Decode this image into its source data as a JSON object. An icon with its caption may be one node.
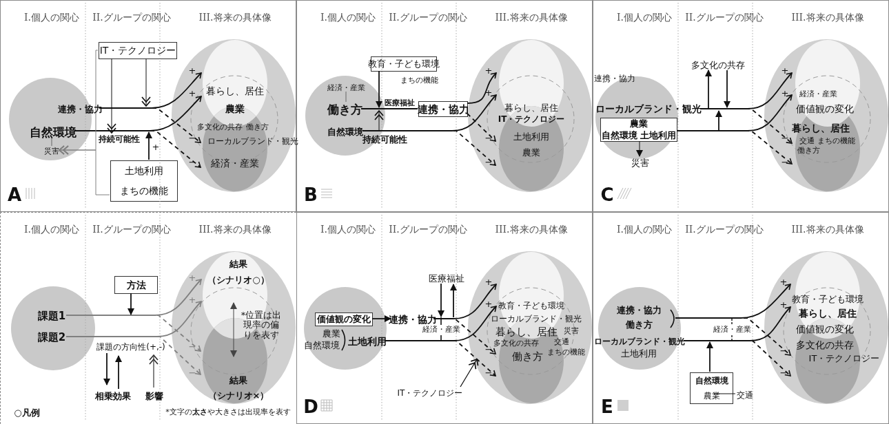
{
  "diagram": {
    "nodes": [
      {
        "text": [
          "I.個人の関心",
          "II.グループの関心",
          "III.将来の具体像",
          "A"
        ]
      },
      {
        "text": [],
        "shape": "circle",
        "in": 0
      },
      {
        "text": [
          "連携・協力"
        ],
        "in": 0
      },
      {
        "text": [
          "自然環境"
        ],
        "in": 1
      },
      {
        "text": [
          "災害"
        ],
        "in": 1
      },
      {
        "text": [
          "IT・テクノロジー"
        ],
        "in": 0
      },
      {
        "text": [
          "土地利用",
          "まちの機能"
        ],
        "in": 0
      },
      {
        "text": [
          "暮らし、居住",
          "農業",
          "多文化の共存",
          "働き方",
          "ローカルブランド・観光",
          "経済・産業"
        ],
        "in": 0
      },
      {
        "text": [
          "I.個人の関心",
          "II.グループの関心",
          "III.将来の具体像",
          "B"
        ]
      },
      {
        "text": [],
        "shape": "circle",
        "in": 8
      },
      {
        "text": [
          "経済・産業"
        ],
        "in": 9
      },
      {
        "text": [
          "働き方"
        ],
        "in": 9
      },
      {
        "text": [
          "自然環境"
        ],
        "in": 9
      },
      {
        "text": [
          "教育・子ども環境"
        ],
        "in": 8
      },
      {
        "text": [
          "連携・協力"
        ],
        "in": 8
      },
      {
        "text": [
          "暮らし、居住",
          "IT・テクノロジー",
          "土地利用",
          "農業"
        ],
        "in": 8
      },
      {
        "text": [
          "I.個人の関心",
          "II.グループの関心",
          "III.将来の具体像",
          "C"
        ]
      },
      {
        "text": [],
        "shape": "circle",
        "in": 16
      },
      {
        "text": [
          "ローカルブランド・観光"
        ],
        "in": 16
      },
      {
        "text": [
          "農業",
          "自然環境 土地利用"
        ],
        "in": 17
      },
      {
        "text": [
          "災害"
        ],
        "in": 16
      },
      {
        "text": [
          "多文化の共存"
        ],
        "in": 16
      },
      {
        "text": [
          "経済・産業",
          "価値観の変化",
          "暮らし、居住",
          "交通",
          "まちの機能",
          "働き方"
        ],
        "in": 16
      },
      {
        "text": [
          "I.個人の関心",
          "II.グループの関心",
          "III.将来の具体像",
          "○凡例"
        ]
      },
      {
        "text": [],
        "shape": "circle",
        "in": 23
      },
      {
        "text": [
          "課題1"
        ],
        "in": 24
      },
      {
        "text": [
          "課題2"
        ],
        "in": 24
      },
      {
        "text": [
          "方法"
        ],
        "in": 23
      },
      {
        "text": [
          "結果",
          "（シナリオ○）",
          "*位置は出現率の偏りを表す",
          "結果",
          "（シナリオ×）"
        ],
        "in": 23
      },
      {
        "text": [
          "I.個人の関心",
          "II.グループの関心",
          "III.将来の具体像",
          "D"
        ]
      },
      {
        "text": [
          "農業",
          "自然環境"
        ],
        "in": 29
      },
      {
        "text": [
          "価値観の変化"
        ],
        "in": 30
      },
      {
        "text": [
          "連携・協力"
        ],
        "in": 29
      },
      {
        "text": [
          "土地利用"
        ],
        "in": 30
      },
      {
        "text": [
          "医療福祉"
        ],
        "in": 29
      },
      {
        "text": [
          "IT・テクノロジー"
        ],
        "in": 29
      },
      {
        "text": [
          "教育・子ども環境",
          "ローカルブランド・観光",
          "暮らし、居住",
          "災害",
          "交通",
          "多文化の共存",
          "まちの機能",
          "働き方"
        ],
        "in": 29
      },
      {
        "text": [
          "I.個人の関心",
          "II.グループの関心",
          "III.将来の具体像",
          "E"
        ]
      },
      {
        "text": [
          "連携・協力",
          "働き方",
          "土地利用"
        ],
        "in": 37
      },
      {
        "text": [
          "ローカルブランド・観光"
        ],
        "in": 38
      },
      {
        "text": [
          "自然環境",
          "農業"
        ],
        "in": 37
      },
      {
        "text": [
          "交通"
        ],
        "in": 37
      },
      {
        "text": [
          "教育・子ども環境",
          "暮らし、居住",
          "価値観の変化",
          "多文化の共存",
          "IT・テクノロジー"
        ],
        "in": 37
      },
      {
        "text": [
          "持続可能性"
        ],
        "in": 0
      }
    ],
    "edges": [
      {
        "from": 2,
        "to": 7,
        "arrow": "to",
        "label": "+"
      },
      {
        "from": 2,
        "to": 7,
        "arrow": "to",
        "label": "−",
        "style": "dashed"
      },
      {
        "from": 3,
        "to": 7,
        "arrow": "to",
        "label": "+"
      },
      {
        "from": 3,
        "to": 7,
        "arrow": "to",
        "label": "−",
        "style": "dashed"
      },
      {
        "from": 5,
        "to": 43,
        "arrow": "to"
      },
      {
        "from": 5,
        "to": 43,
        "arrow": "to"
      },
      {
        "from": 6,
        "to": 43,
        "arrow": "to",
        "label": "+"
      },
      {
        "from": 5,
        "to": 4,
        "arrow": "to",
        "color": "#808080"
      },
      {
        "from": 6,
        "to": 4,
        "arrow": "to",
        "color": "#808080"
      },
      {
        "from": 3,
        "to": 4,
        "arrow": "none",
        "color": "#666666"
      },
      {
        "from": 10,
        "to": 11,
        "arrow": "none",
        "color": "#666666"
      },
      {
        "from": 11,
        "to": 14,
        "arrow": "none"
      },
      {
        "from": 13,
        "to": 11,
        "arrow": "to"
      },
      {
        "from": 14,
        "to": 15,
        "arrow": "to",
        "label": "+"
      },
      {
        "from": 14,
        "to": 15,
        "arrow": "to",
        "label": "−",
        "style": "dashed"
      },
      {
        "from": 12,
        "to": 15,
        "arrow": "to",
        "label": "+"
      },
      {
        "from": 12,
        "to": 15,
        "arrow": "to",
        "label": "−",
        "style": "dashed"
      },
      {
        "from": 12,
        "to": 11,
        "arrow": "to"
      },
      {
        "from": 18,
        "to": 22,
        "arrow": "to",
        "label": "+"
      },
      {
        "from": 18,
        "to": 22,
        "arrow": "to",
        "label": "−",
        "style": "dashed"
      },
      {
        "from": 19,
        "to": 22,
        "arrow": "to",
        "label": "+"
      },
      {
        "from": 19,
        "to": 22,
        "arrow": "to",
        "label": "−",
        "style": "dashed"
      },
      {
        "from": 19,
        "to": 20,
        "arrow": "to"
      },
      {
        "from": 18,
        "to": 21,
        "arrow": "to"
      },
      {
        "from": 21,
        "to": 18,
        "arrow": "to"
      },
      {
        "from": null,
        "to": 18,
        "arrow": "to"
      },
      {
        "from": 25,
        "to": 28,
        "arrow": "to",
        "label": "+",
        "color": "#808080"
      },
      {
        "from": 25,
        "to": 28,
        "arrow": "to",
        "label": "−",
        "style": "dashed",
        "color": "#808080"
      },
      {
        "from": 26,
        "to": 28,
        "arrow": "to",
        "label": "+",
        "color": "#808080"
      },
      {
        "from": 26,
        "to": 28,
        "arrow": "to",
        "label": "−",
        "style": "dashed",
        "color": "#808080"
      },
      {
        "from": 27,
        "to": null,
        "arrow": "to"
      },
      {
        "from": 31,
        "to": 32,
        "arrow": "to"
      },
      {
        "from": 32,
        "to": 36,
        "arrow": "to",
        "label": "+"
      },
      {
        "from": 32,
        "to": 36,
        "arrow": "to",
        "label": "−",
        "style": "dashed"
      },
      {
        "from": 33,
        "to": 36,
        "arrow": "to",
        "label": "+"
      },
      {
        "from": 33,
        "to": 36,
        "arrow": "to",
        "label": "−",
        "style": "dashed"
      },
      {
        "from": 34,
        "to": 32,
        "arrow": "to"
      },
      {
        "from": 32,
        "to": 34,
        "arrow": "to"
      },
      {
        "from": 35,
        "to": 36,
        "arrow": "to"
      },
      {
        "from": 38,
        "to": 42,
        "arrow": "to",
        "label": "+"
      },
      {
        "from": 38,
        "to": 42,
        "arrow": "to",
        "label": "−",
        "style": "dashed"
      },
      {
        "from": 39,
        "to": 42,
        "arrow": "to",
        "label": "+"
      },
      {
        "from": 39,
        "to": 42,
        "arrow": "to",
        "label": "−",
        "style": "dashed"
      },
      {
        "from": 40,
        "to": 39,
        "arrow": "to"
      },
      {
        "from": 40,
        "to": 41,
        "arrow": "none"
      }
    ],
    "labels": [
      "まちの機能",
      "医療福祉",
      "持続可能性",
      "連携・協力",
      "課題の方向性(+,-)",
      "*文字の**太さ**や大きさは出現率を表す",
      "経済・産業",
      "経済・産業"
    ],
    "legend": [
      {
        "text": "相乗効果"
      },
      {
        "text": "影響"
      }
    ]
  }
}
